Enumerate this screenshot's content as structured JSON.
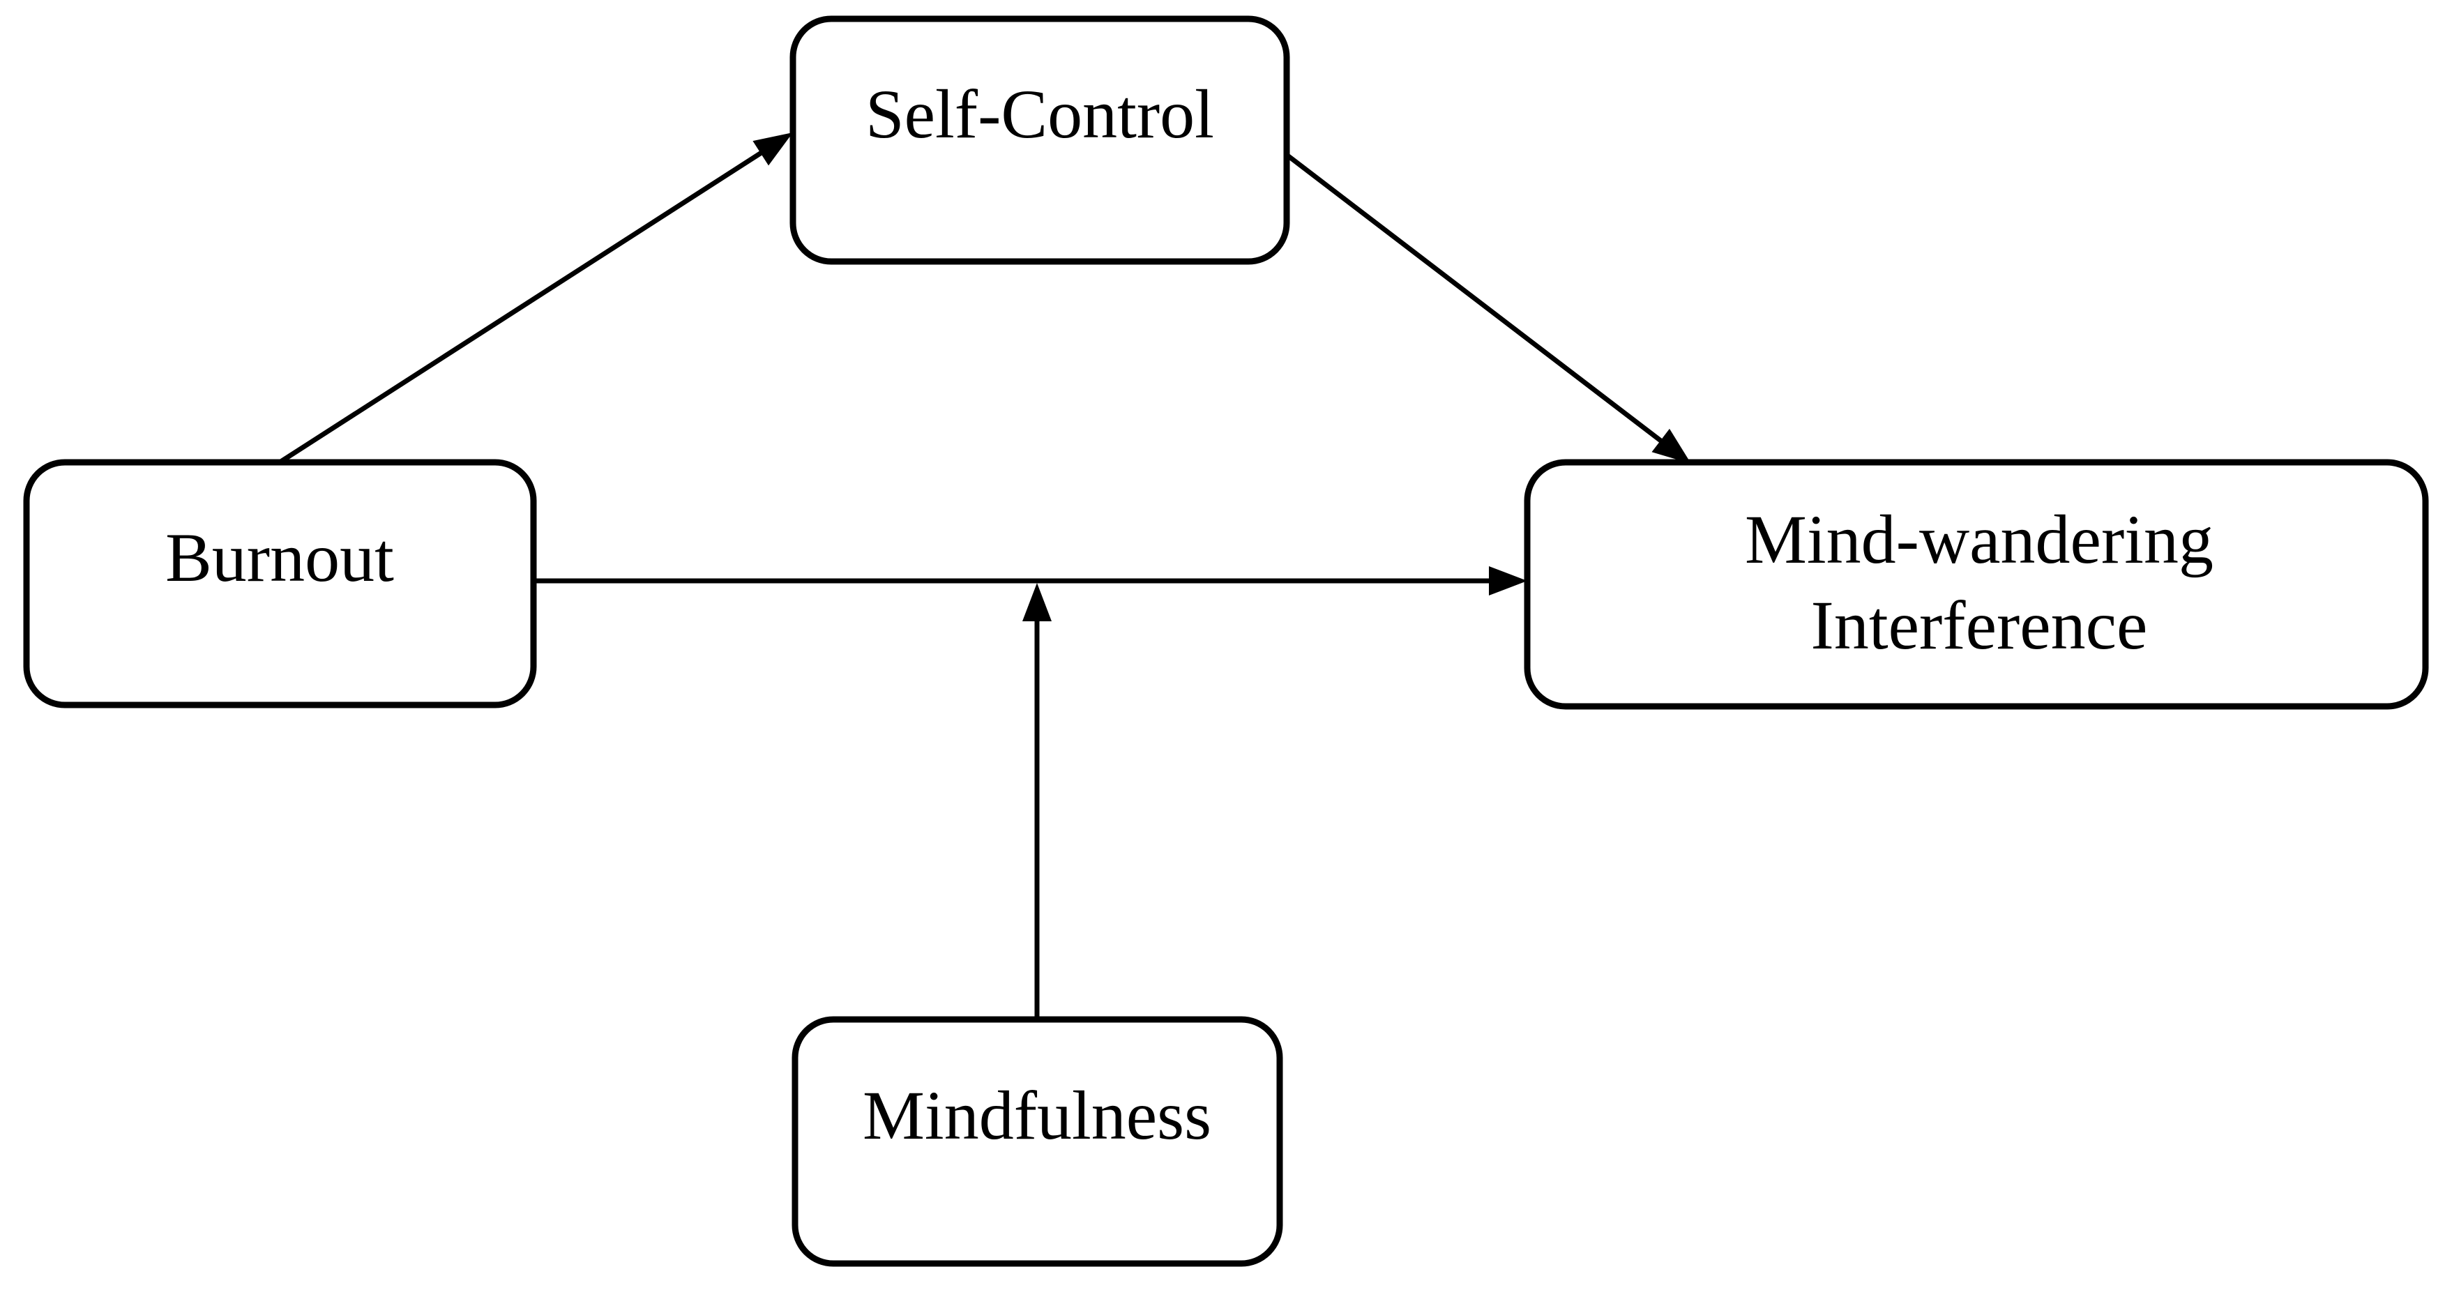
{
  "diagram": {
    "type": "path-model",
    "nodes": {
      "self_control": {
        "label": "Self-Control"
      },
      "burnout": {
        "label": "Burnout"
      },
      "mind_wandering": {
        "label_line1": "Mind-wandering",
        "label_line2": "Interference"
      },
      "mindfulness": {
        "label": "Mindfulness"
      }
    },
    "edges": [
      {
        "from": "Burnout",
        "to": "Self-Control",
        "style": "straight-arrow"
      },
      {
        "from": "Self-Control",
        "to": "Mind-wandering Interference",
        "style": "straight-arrow"
      },
      {
        "from": "Burnout",
        "to": "Mind-wandering Interference",
        "style": "straight-arrow"
      },
      {
        "from": "Mindfulness",
        "to": "path Burnout to Mind-wandering Interference",
        "style": "moderation-arrow"
      }
    ],
    "colors": {
      "stroke": "#000000",
      "node_fill": "#ffffff",
      "background": "#ffffff"
    }
  }
}
